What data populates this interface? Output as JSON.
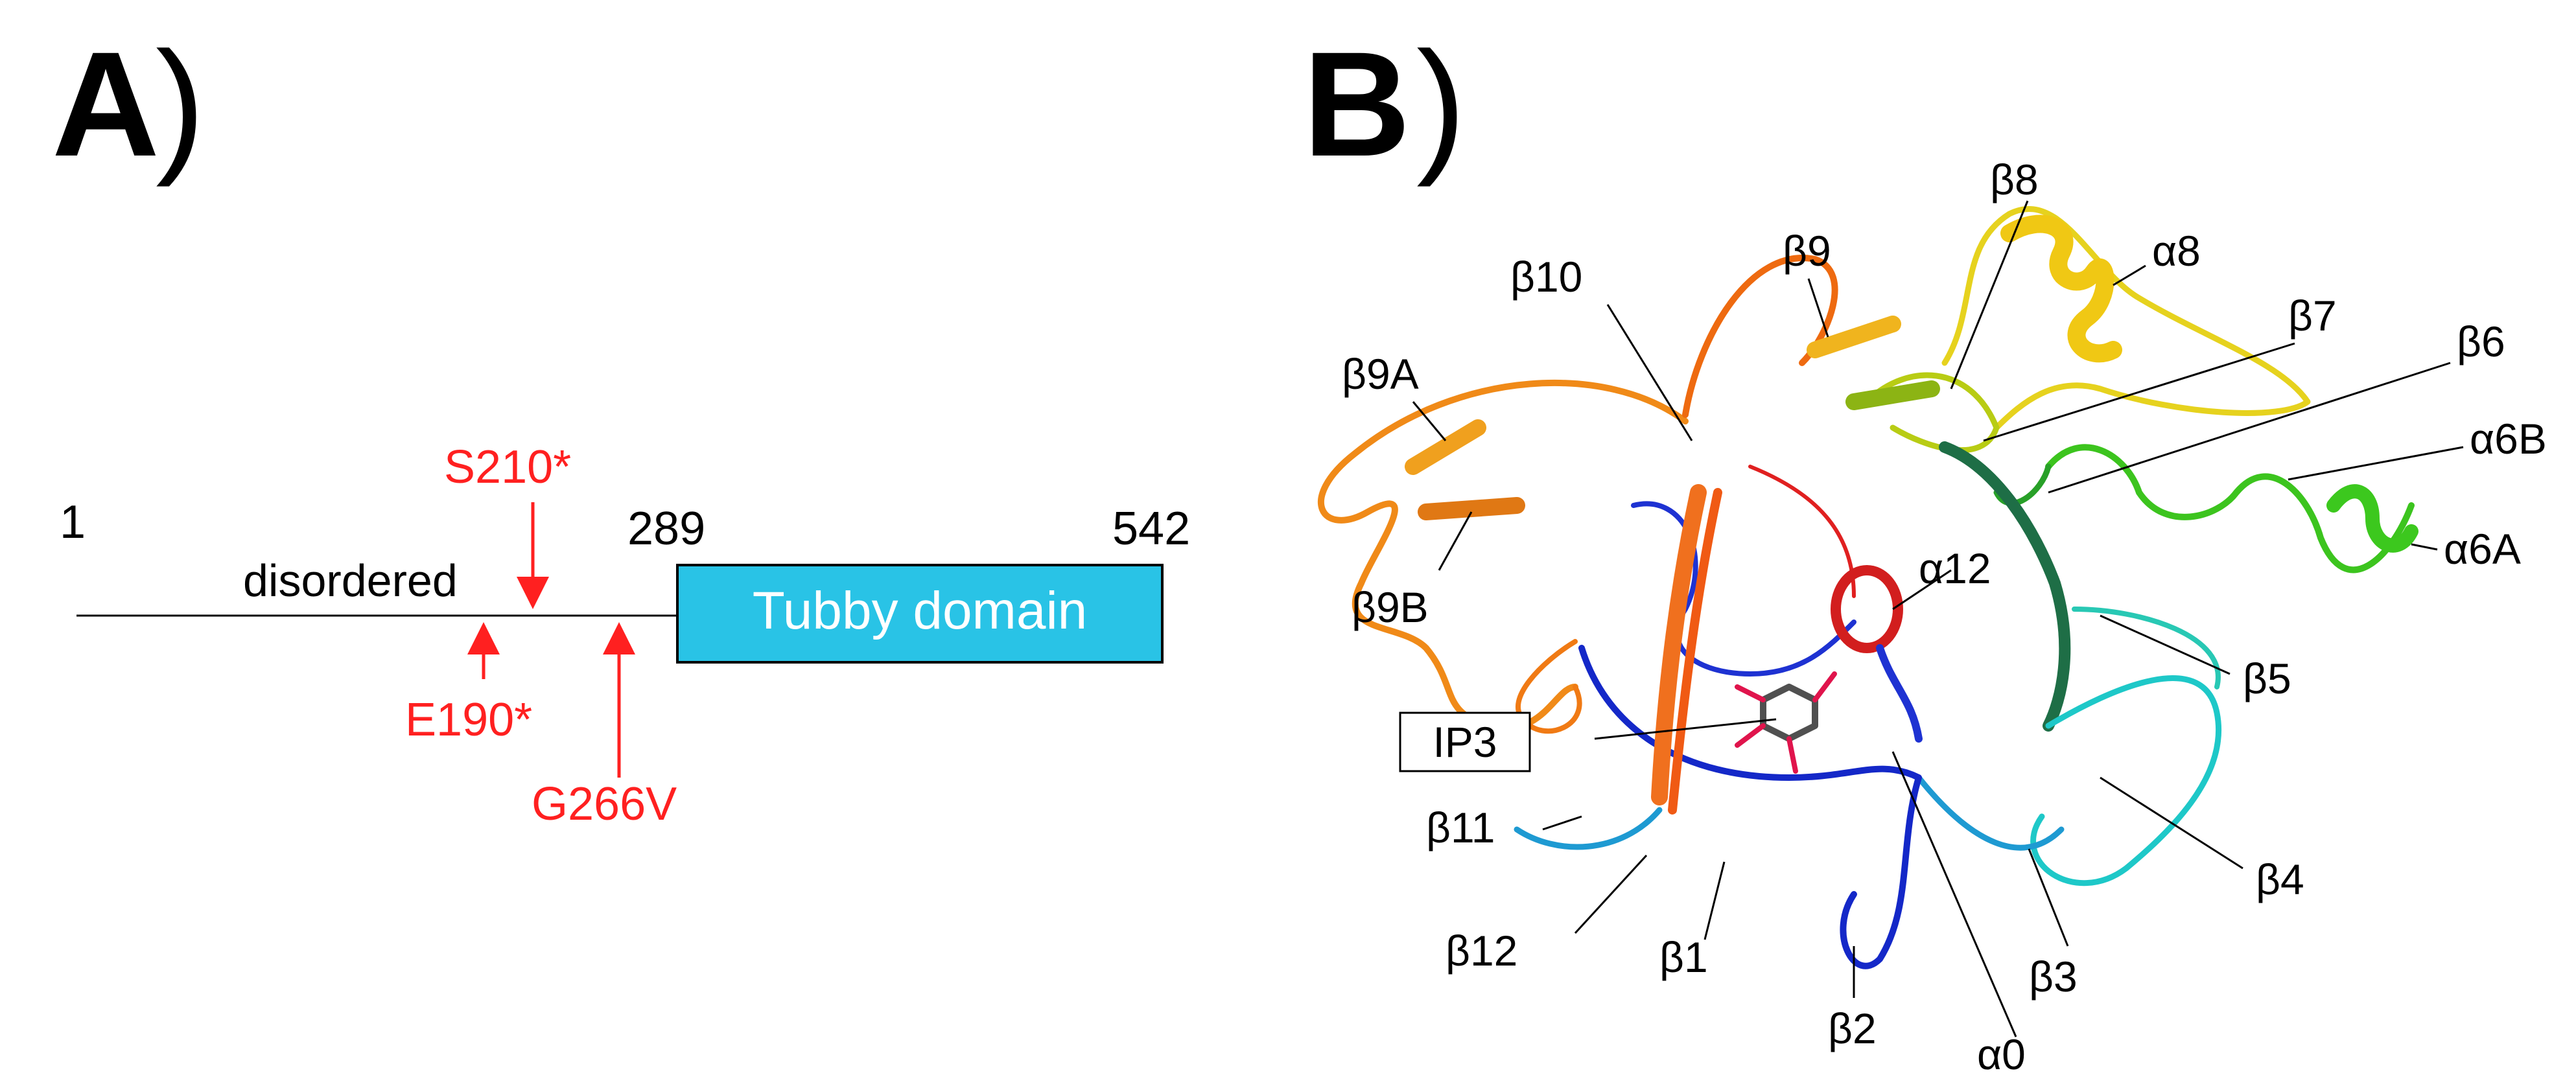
{
  "panel_a": {
    "label": "A",
    "paren": ")",
    "pos_start": "1",
    "pos_domain_start": "289",
    "pos_end": "542",
    "disordered_label": "disordered",
    "domain_label": "Tubby domain",
    "mutations": [
      {
        "label": "S210*",
        "direction": "down"
      },
      {
        "label": "E190*",
        "direction": "up"
      },
      {
        "label": "G266V",
        "direction": "up"
      }
    ],
    "colors": {
      "domain_fill": "#29C3E6",
      "mutation": "#FF2020",
      "line": "#000000"
    }
  },
  "panel_b": {
    "label": "B",
    "paren": ")",
    "ligand_label": "IP3",
    "structure_labels": [
      "β8",
      "α8",
      "β9",
      "β10",
      "β7",
      "β6",
      "β9A",
      "α6B",
      "α6A",
      "β9B",
      "α12",
      "β5",
      "β11",
      "β4",
      "β12",
      "β1",
      "β3",
      "β2",
      "α0"
    ]
  }
}
